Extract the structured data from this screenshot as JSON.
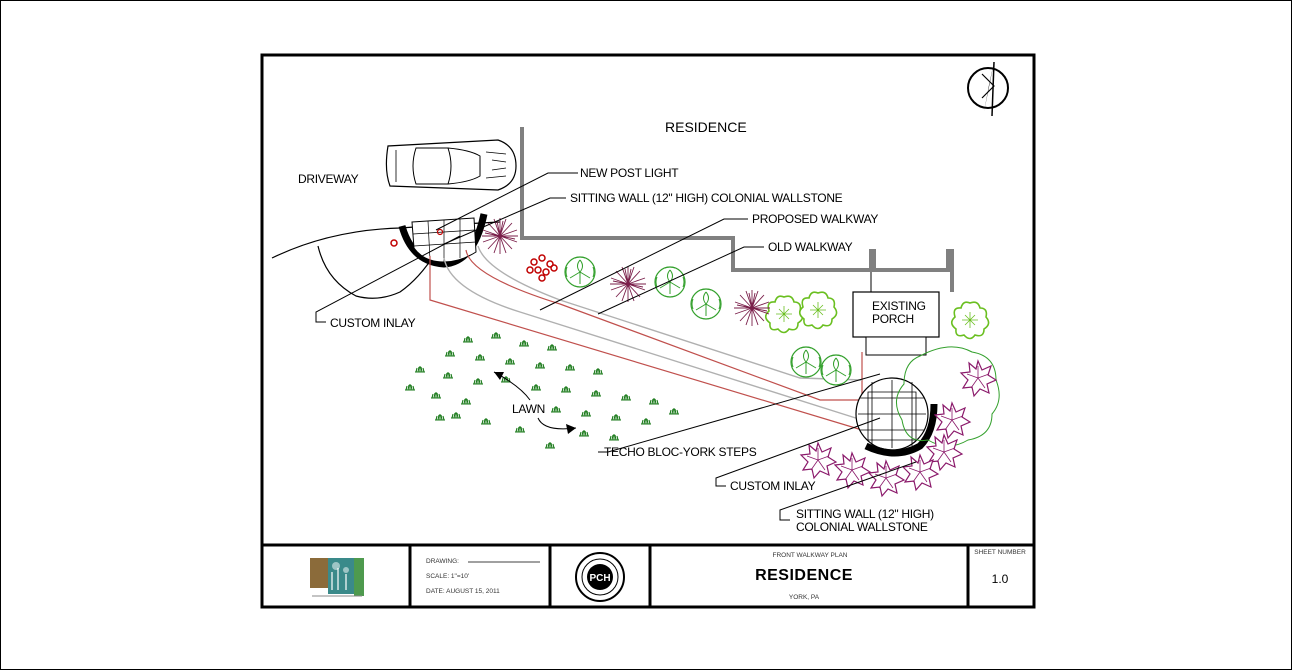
{
  "labels": {
    "residence": "RESIDENCE",
    "driveway": "DRIVEWAY",
    "new_post_light": "NEW POST LIGHT",
    "sitting_wall_top": "SITTING WALL (12\" HIGH) COLONIAL WALLSTONE",
    "proposed_walkway": "PROPOSED WALKWAY",
    "old_walkway": "OLD WALKWAY",
    "existing_porch_1": "EXISTING",
    "existing_porch_2": "PORCH",
    "custom_inlay_left": "CUSTOM INLAY",
    "lawn": "LAWN",
    "techo_steps": "TECHO BLOC-YORK STEPS",
    "custom_inlay_right": "CUSTOM INLAY",
    "sitting_wall_bottom_1": "SITTING WALL (12\" HIGH)",
    "sitting_wall_bottom_2": "COLONIAL WALLSTONE"
  },
  "title_block": {
    "drawing_label": "DRAWING:",
    "scale_label": "SCALE: 1\"=10'",
    "date_label": "DATE: AUGUST 15, 2011",
    "plan_title": "FRONT WALKWAY PLAN",
    "project_name": "RESIDENCE",
    "location": "YORK, PA",
    "sheet_label": "SHEET NUMBER",
    "sheet_number": "1.0",
    "seal_text": "PCH"
  },
  "colors": {
    "border": "#000000",
    "house_wall": "#808080",
    "proposed_walk": "#c0504d",
    "old_walk": "#b0b0b0",
    "grass": "#1a7a1a",
    "shrub_green": "#33a02c",
    "shrub_purple": "#8b1a6b",
    "flower_red": "#c00000",
    "logo_teal": "#3a8a8a",
    "logo_brown": "#8b6b3a"
  },
  "icons": {
    "north_arrow": "north-arrow-icon",
    "car": "car-icon",
    "logo": "company-logo",
    "seal": "professional-seal"
  }
}
